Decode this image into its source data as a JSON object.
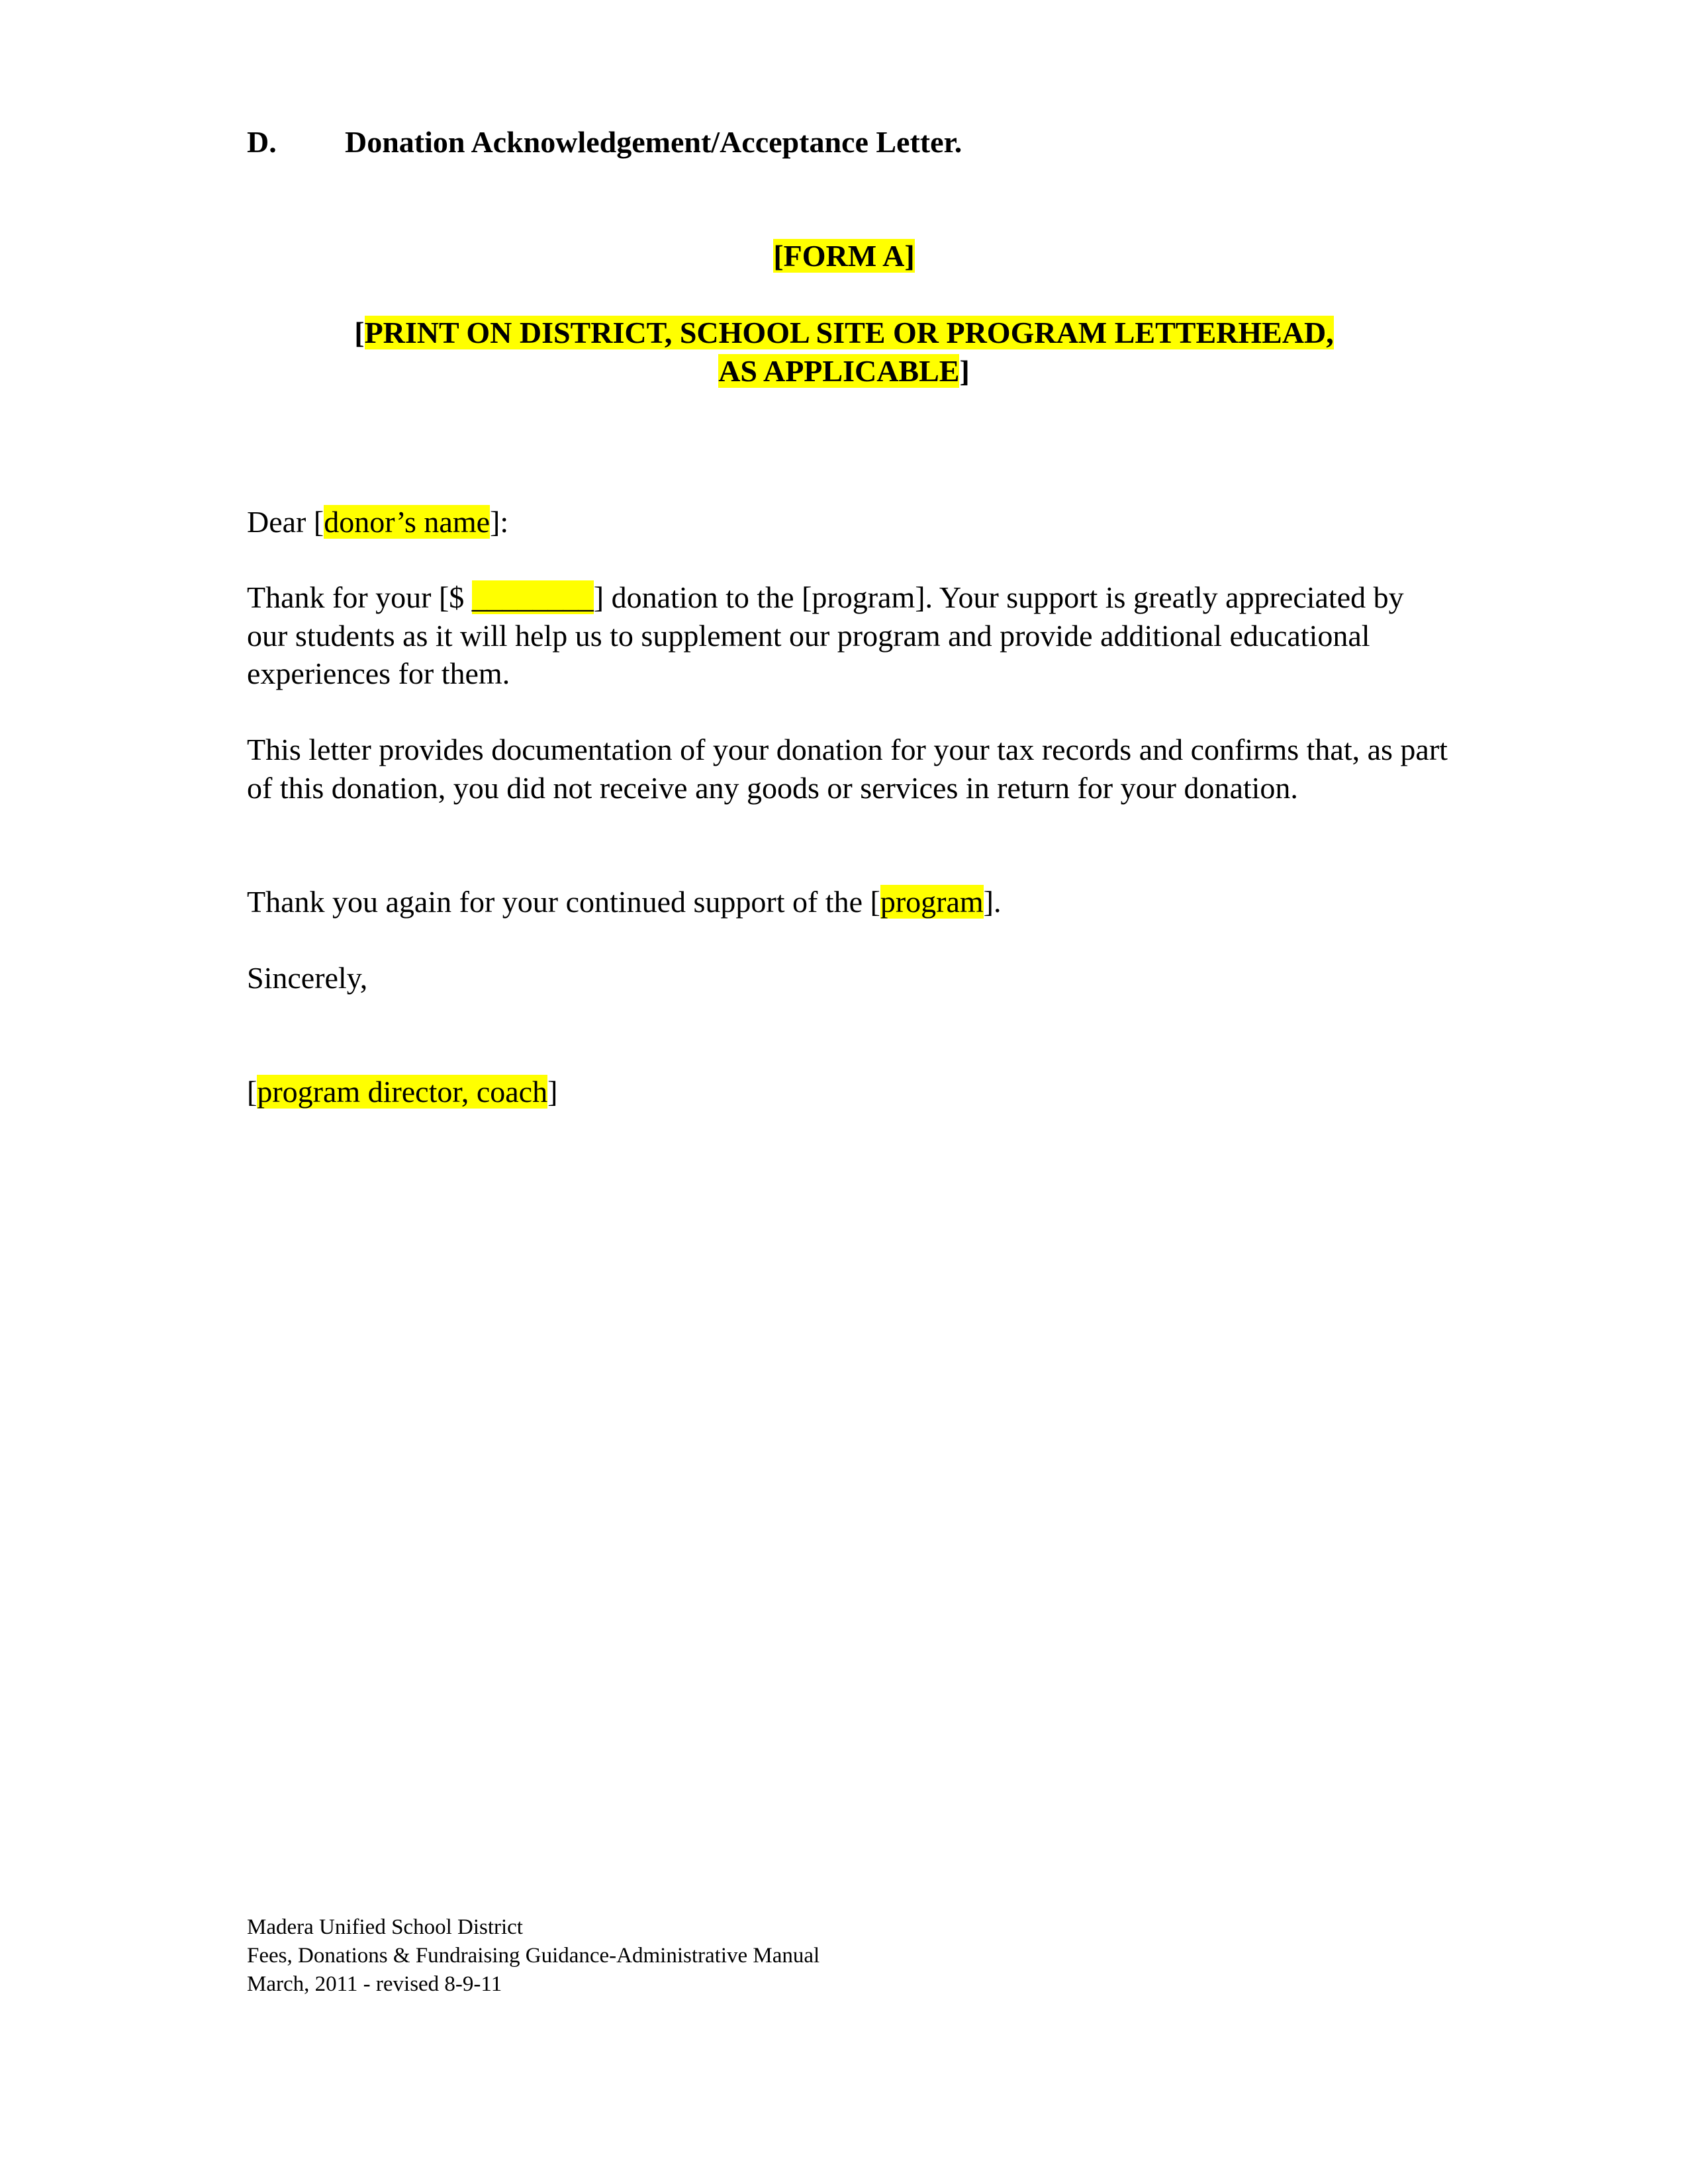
{
  "heading": {
    "letter": "D.",
    "title": "Donation Acknowledgement/Acceptance Letter."
  },
  "form_label": "[FORM A]",
  "letterhead": {
    "open": "[",
    "line1": "PRINT ON DISTRICT, SCHOOL SITE OR PROGRAM LETTERHEAD,",
    "line2": "AS APPLICABLE",
    "close": "]"
  },
  "salutation": {
    "prefix": "Dear [",
    "placeholder": "donor’s name",
    "suffix": "]:"
  },
  "para1": {
    "before": "Thank for your [$ ",
    "blank": "________",
    "after": "] donation to the [program].  Your support is greatly appreciated by our students as it will help us to supplement our program and provide additional educational experiences for them."
  },
  "para2": "This letter provides documentation of your donation for your tax records and confirms that, as part of this donation, you did not receive any goods or services in return for your donation.",
  "para3": {
    "before": "Thank you again for your continued support of the [",
    "placeholder": "program",
    "after": "]."
  },
  "closing": "Sincerely,",
  "signer": {
    "open": "[",
    "placeholder": "program director, coach",
    "close": "]"
  },
  "footer": {
    "line1": "Madera Unified School District",
    "line2": "Fees, Donations & Fundraising Guidance-Administrative Manual",
    "line3": "March, 2011 -  revised 8-9-11"
  },
  "colors": {
    "highlight": "#ffff00"
  }
}
